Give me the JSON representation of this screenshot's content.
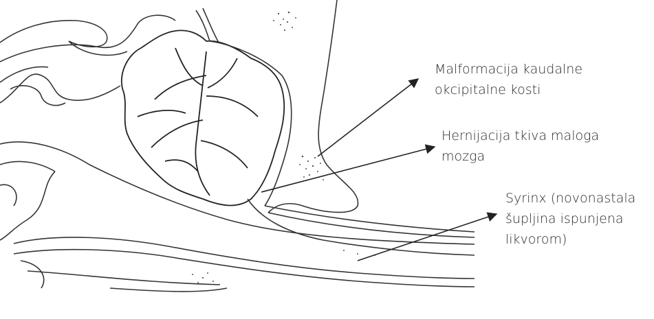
{
  "figure": {
    "labels": [
      {
        "lines": [
          "Malformacija kaudalne",
          "okcipitalne kosti"
        ]
      },
      {
        "lines": [
          "Hernijacija tkiva maloga",
          "mozga"
        ]
      },
      {
        "lines": [
          "Syrinx (novonastala",
          "šupljina ispunjena",
          "likvorom)"
        ]
      }
    ],
    "colors": {
      "ink": "#222222",
      "text": "#2a2a2a",
      "background": "#ffffff"
    }
  }
}
